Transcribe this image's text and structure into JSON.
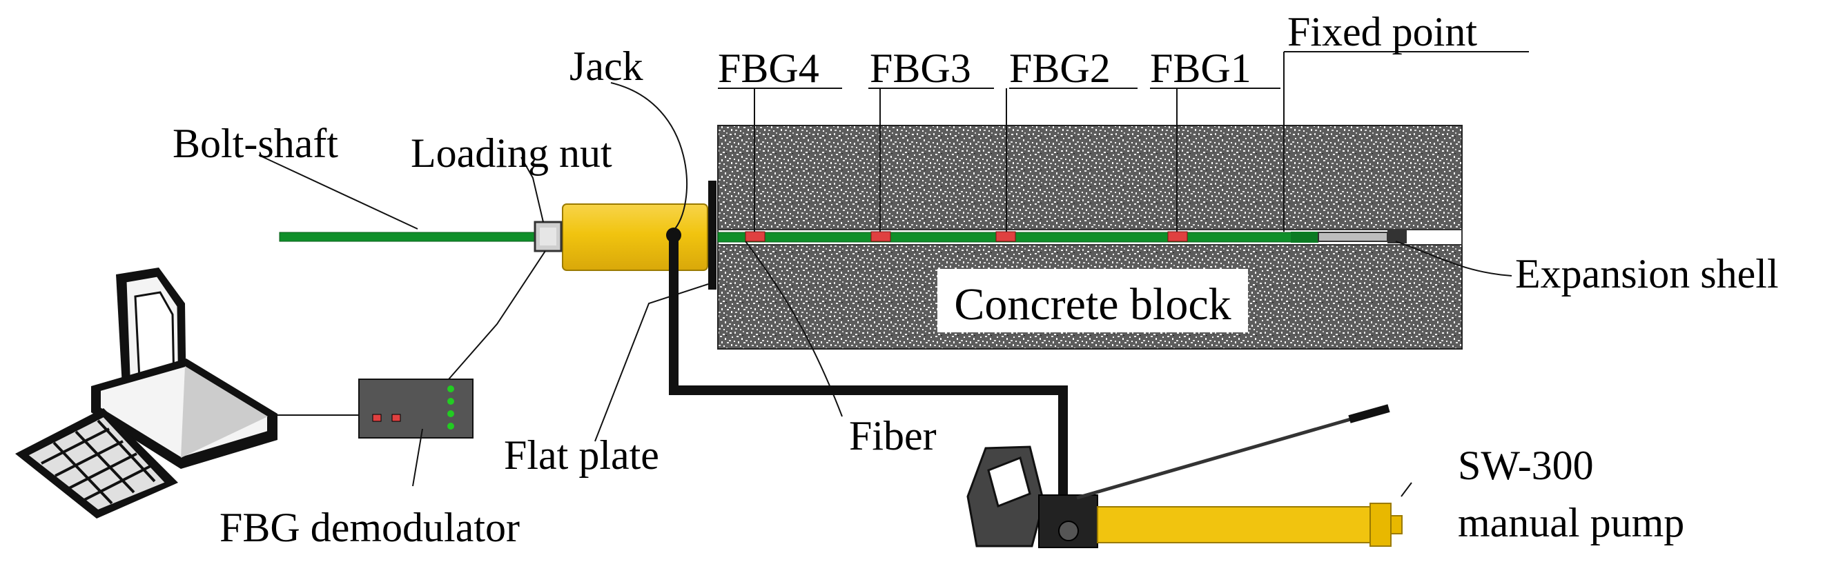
{
  "labels": {
    "bolt_shaft": "Bolt-shaft",
    "loading_nut": "Loading nut",
    "jack": "Jack",
    "fbg4": "FBG4",
    "fbg3": "FBG3",
    "fbg2": "FBG2",
    "fbg1": "FBG1",
    "fixed_point": "Fixed point",
    "expansion_shell": "Expansion shell",
    "concrete_block": "Concrete block",
    "flat_plate": "Flat plate",
    "fiber": "Fiber",
    "fbg_demodulator": "FBG demodulator",
    "pump_line1": "SW-300",
    "pump_line2": "manual pump"
  },
  "colors": {
    "bolt": "#0f8f2a",
    "jack": "#f1c40f",
    "fbg_marker": "#e04040",
    "concrete": "#5a5a5a",
    "demodulator": "#555555",
    "indicator_led": "#22cc22"
  },
  "icons": [
    "computer-icon",
    "keyboard-icon",
    "pump-handle-icon"
  ]
}
